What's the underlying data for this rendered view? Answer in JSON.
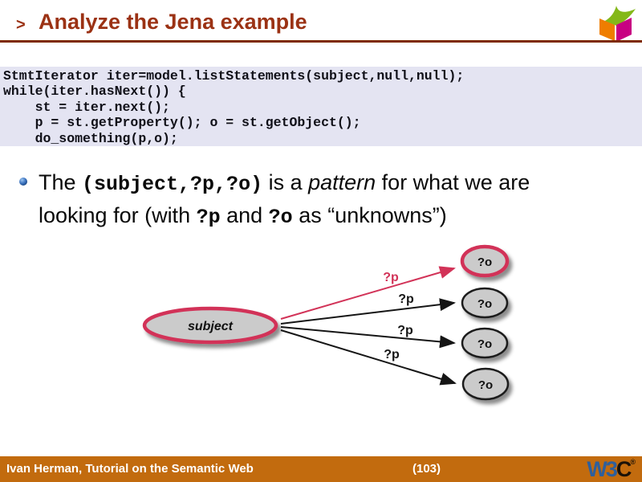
{
  "header": {
    "marker": ">",
    "title": "Analyze the Jena example"
  },
  "code": {
    "lines": [
      "StmtIterator iter=model.listStatements(subject,null,null);",
      "while(iter.hasNext()) {",
      "    st = iter.next();",
      "    p = st.getProperty(); o = st.getObject();",
      "    do_something(p,o);"
    ]
  },
  "bullet": {
    "segments": [
      {
        "text": "The ",
        "style": "normal"
      },
      {
        "text": "(subject,?p,?o)",
        "style": "mono"
      },
      {
        "text": " is a ",
        "style": "normal"
      },
      {
        "text": "pattern",
        "style": "italic"
      },
      {
        "text": " for what we are looking for (with ",
        "style": "normal"
      },
      {
        "text": "?p",
        "style": "mono"
      },
      {
        "text": " and ",
        "style": "normal"
      },
      {
        "text": "?o",
        "style": "mono"
      },
      {
        "text": " as “unknowns”)",
        "style": "normal"
      }
    ]
  },
  "diagram": {
    "subject_label": "subject",
    "edges": [
      {
        "label": "?p",
        "object_label": "?o",
        "highlighted": true
      },
      {
        "label": "?p",
        "object_label": "?o",
        "highlighted": false
      },
      {
        "label": "?p",
        "object_label": "?o",
        "highlighted": false
      },
      {
        "label": "?p",
        "object_label": "?o",
        "highlighted": false
      }
    ]
  },
  "footer": {
    "author": "Ivan Herman, Tutorial on the Semantic Web",
    "page_number": "(103)",
    "w3c_w3": "W3",
    "w3c_c": "C",
    "w3c_mark": "®"
  },
  "colors": {
    "title_red": "#9B3214",
    "rule_maroon": "#7E2A00",
    "code_background": "#E4E4F2",
    "highlight_crimson": "#D23358",
    "node_fill_gray": "#CBCBCB",
    "footer_orange": "#C26B0E",
    "w3c_blue": "#2E5F9C",
    "cube_orange": "#EF7D00",
    "cube_magenta": "#C80082",
    "cube_green": "#84B819"
  }
}
